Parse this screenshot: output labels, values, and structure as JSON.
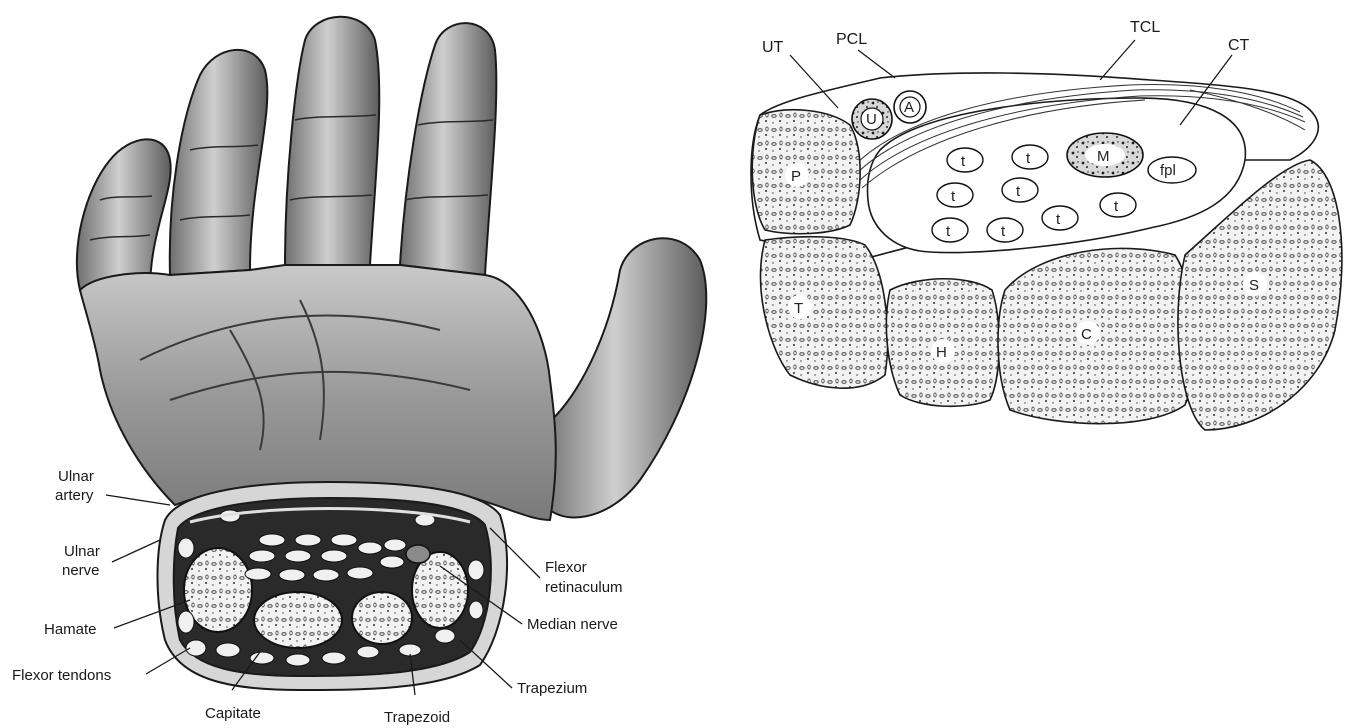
{
  "left_figure": {
    "labels": {
      "ulnar_artery_line1": "Ulnar",
      "ulnar_artery_line2": "artery",
      "ulnar_nerve_line1": "Ulnar",
      "ulnar_nerve_line2": "nerve",
      "hamate": "Hamate",
      "flexor_tendons": "Flexor tendons",
      "capitate": "Capitate",
      "trapezoid": "Trapezoid",
      "trapezium": "Trapezium",
      "median_nerve": "Median nerve",
      "flexor_retinaculum_line1": "Flexor",
      "flexor_retinaculum_line2": "retinaculum"
    }
  },
  "right_figure": {
    "labels": {
      "ut": "UT",
      "pcl": "PCL",
      "tcl": "TCL",
      "ct": "CT"
    },
    "bones": {
      "p": "P",
      "t": "T",
      "h": "H",
      "c": "C",
      "s": "S"
    },
    "structures": {
      "u": "U",
      "a": "A",
      "m": "M",
      "fpl": "fpl",
      "tendon": "t"
    }
  },
  "colors": {
    "ink": "#1a1a1a",
    "skin_light": "#d9d9d9",
    "skin_mid": "#a8a8a8",
    "skin_dark": "#5a5a5a",
    "cavity": "#2a2a2a",
    "bone": "#efefef"
  }
}
